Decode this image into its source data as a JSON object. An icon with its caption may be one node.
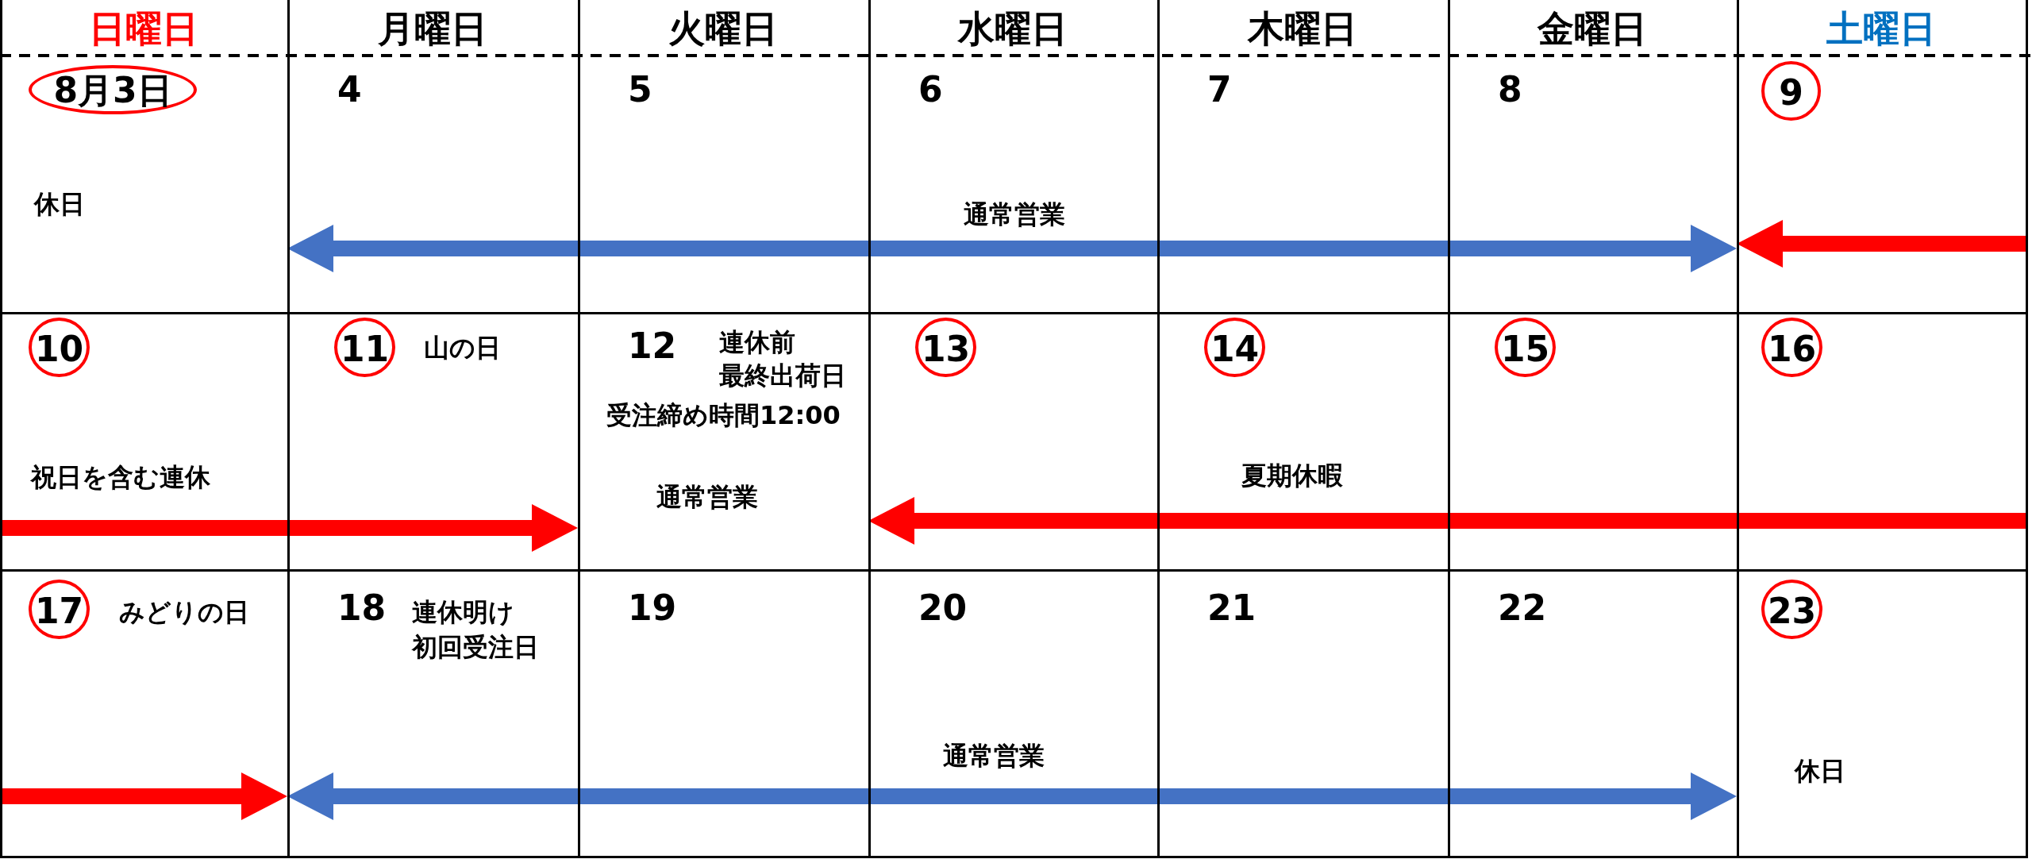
{
  "diagram": {
    "nodes": [
      {
        "text": [
          "8月3日",
          "休日"
        ]
      },
      {
        "text": [
          "4"
        ]
      },
      {
        "text": [
          "5"
        ]
      },
      {
        "text": [
          "6"
        ]
      },
      {
        "text": [
          "7"
        ]
      },
      {
        "text": [
          "8"
        ]
      },
      {
        "text": [
          "9"
        ]
      },
      {
        "text": [
          "10"
        ]
      },
      {
        "text": [
          "11",
          "山の日"
        ]
      },
      {
        "text": [
          "12",
          "連休前",
          "最終出荷日",
          "受注締め時間12:00",
          "通常営業"
        ]
      },
      {
        "text": [
          "13"
        ]
      },
      {
        "text": [
          "14"
        ]
      },
      {
        "text": [
          "15"
        ]
      },
      {
        "text": [
          "16"
        ]
      },
      {
        "text": [
          "17",
          "みどりの日"
        ]
      },
      {
        "text": [
          "18",
          "連休明け",
          "初回受注日"
        ]
      },
      {
        "text": [
          "19"
        ]
      },
      {
        "text": [
          "20"
        ]
      },
      {
        "text": [
          "21"
        ]
      },
      {
        "text": [
          "22"
        ]
      },
      {
        "text": [
          "23",
          "休日"
        ]
      }
    ],
    "edges": [
      {
        "from": 1,
        "to": 6,
        "arrow": "both",
        "label": "通常営業",
        "color": "#4472c4"
      },
      {
        "from": null,
        "to": 6,
        "arrow": "to"
      },
      {
        "from": null,
        "to": 9,
        "arrow": "to",
        "label": "祝日を含む連休"
      },
      {
        "from": null,
        "to": 10,
        "arrow": "to",
        "label": "夏期休暇"
      },
      {
        "from": null,
        "to": 15,
        "arrow": "to"
      },
      {
        "from": 15,
        "to": 20,
        "arrow": "both",
        "label": "通常営業",
        "color": "#4472c4"
      }
    ],
    "labels": [
      "日曜日",
      "月曜日",
      "火曜日",
      "水曜日",
      "木曜日",
      "金曜日",
      "土曜日"
    ]
  }
}
